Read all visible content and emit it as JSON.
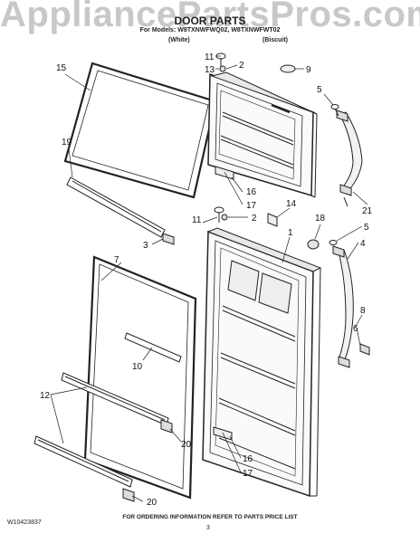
{
  "watermark": "AppliancePartsPros.com",
  "header": {
    "title": "DOOR PARTS",
    "models": "For Models: W8TXNWFWQ02, W8TXNWFWT02",
    "variant_left": "(White)",
    "variant_right": "(Biscuit)"
  },
  "callouts": {
    "c15": "15",
    "c19": "19",
    "c11a": "11",
    "c13": "13",
    "c2a": "2",
    "c9": "9",
    "c5a": "5",
    "c21": "21",
    "c16a": "16",
    "c17a": "17",
    "c14": "14",
    "c18": "18",
    "c11b": "11",
    "c2b": "2",
    "c1": "1",
    "c5b": "5",
    "c4": "4",
    "c3": "3",
    "c7": "7",
    "c8": "8",
    "c6": "6",
    "c10": "10",
    "c12": "12",
    "c20a": "20",
    "c20b": "20",
    "c16b": "16",
    "c17b": "17"
  },
  "footer": {
    "doc_number": "W10423837",
    "ordering_note": "FOR ORDERING INFORMATION REFER TO PARTS PRICE LIST",
    "page_number": "3"
  }
}
